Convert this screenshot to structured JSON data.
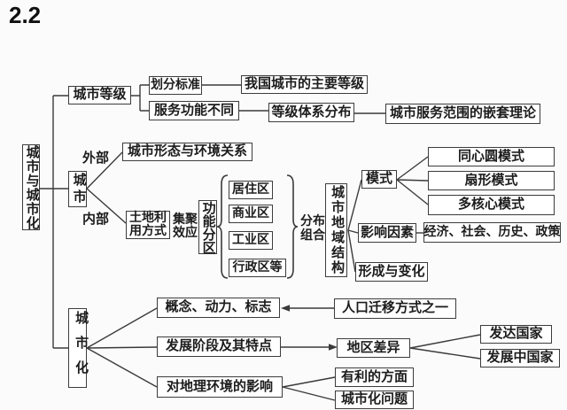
{
  "title": "2.2",
  "colors": {
    "line": "#3a3a3a",
    "box_border": "#3c3c3c",
    "text": "#1c1c1c",
    "background": "#fbfbfb"
  },
  "nodes": {
    "root": "城市与城市化",
    "cityLevel": "城市等级",
    "divStd": "划分标准",
    "chinaLevels": "我国城市的主要等级",
    "svcDiff": "服务功能不同",
    "levelDist": "等级体系分布",
    "nestTheory": "城市服务范围的嵌套理论",
    "city": "城市",
    "external": "外部",
    "internal": "内部",
    "morphEnv": "城市形态与环境关系",
    "landUse": "土地利用方式",
    "agglom": "集聚效应",
    "funcZone": "功能分区",
    "resident": "居住区",
    "commerce": "商业区",
    "industry": "工业区",
    "admin": "行政区等",
    "distCombo": "分布组合",
    "urbanStruct": "城市地域结构",
    "pattern": "模式",
    "concentric": "同心圆模式",
    "sector": "扇形模式",
    "multiCore": "多核心模式",
    "factors": "影响因素",
    "econ": "经济、社会、历史、政策",
    "formChange": "形成与变化",
    "urbanization": "城市化",
    "concept": "概念、动力、标志",
    "migration": "人口迁移方式之一",
    "stages": "发展阶段及其特点",
    "regionDiff": "地区差异",
    "developed": "发达国家",
    "developing": "发展中国家",
    "envImpact": "对地理环境的影响",
    "favorable": "有利的方面",
    "problems": "城市化问题"
  }
}
